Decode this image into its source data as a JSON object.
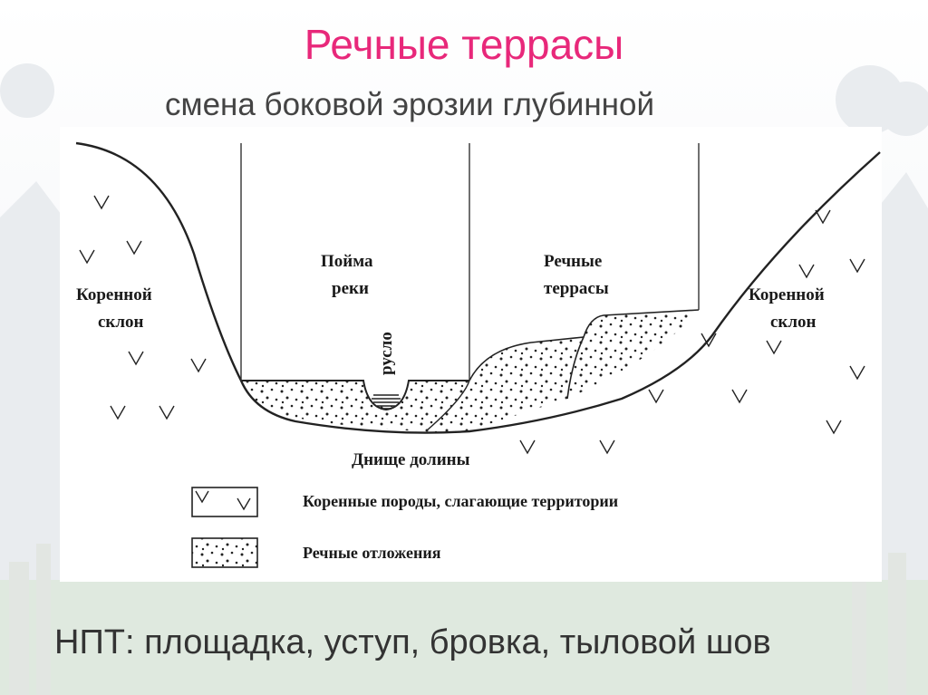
{
  "slide": {
    "title": "Речные террасы",
    "subtitle": "смена боковой эрозии глубинной",
    "footer": "НПТ: площадка, уступ, бровка, тыловой шов"
  },
  "diagram": {
    "left_slope": [
      "Коренной",
      "склон"
    ],
    "right_slope": [
      "Коренной",
      "склон"
    ],
    "floodplain": [
      "Пойма",
      "реки"
    ],
    "terraces": [
      "Речные",
      "террасы"
    ],
    "channel": "русло",
    "valley_floor": "Днище долины"
  },
  "legend": {
    "bedrock": "Коренные породы, слагающие территории",
    "deposits": "Речные отложения"
  },
  "colors": {
    "title": "#e8287a",
    "text": "#333333",
    "line": "#222222"
  }
}
